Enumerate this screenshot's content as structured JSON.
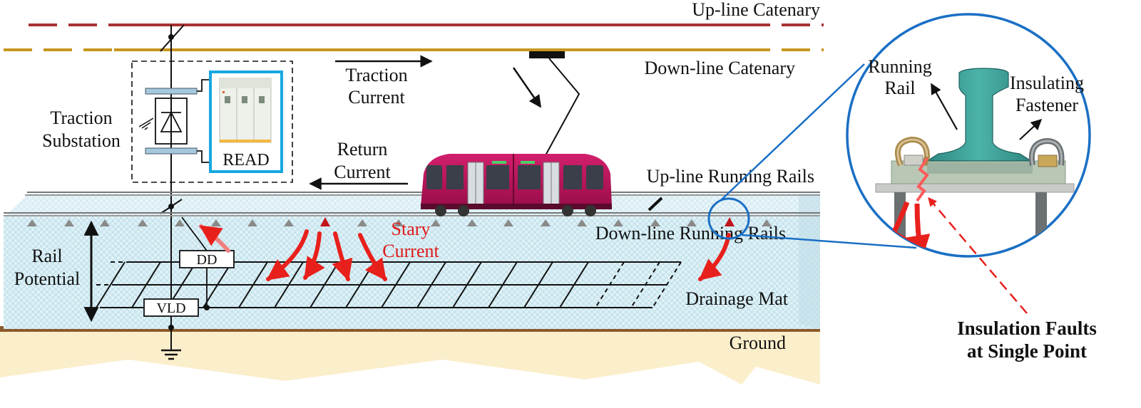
{
  "labels": {
    "upline_catenary": "Up-line Catenary",
    "downline_catenary": "Down-line Catenary",
    "traction_current_1": "Traction",
    "traction_current_2": "Current",
    "traction_substation_1": "Traction",
    "traction_substation_2": "Substation",
    "read_box": "READ",
    "return_current_1": "Return",
    "return_current_2": "Current",
    "upline_running_rails": "Up-line Running Rails",
    "downline_running_rails": "Down-line Running Rails",
    "stray_current_1": "Stary",
    "stray_current_2": "Current",
    "rail_potential_1": "Rail",
    "rail_potential_2": "Potential",
    "dd_box": "DD",
    "vld_box": "VLD",
    "drainage_mat": "Drainage Mat",
    "ground": "Ground",
    "running_rail_1": "Running",
    "running_rail_2": "Rail",
    "insulating_fastener_1": "Insulating",
    "insulating_fastener_2": "Fastener",
    "insulation_faults_1": "Insulation Faults",
    "insulation_faults_2": "at  Single Point"
  },
  "colors": {
    "upline_catenary": "#a83232",
    "downline_catenary": "#c8961e",
    "stray_current": "#e01919",
    "zoom_circle": "#1a6fc4",
    "read_box_border": "#17a8e0",
    "train_body": "#b8135a",
    "ground_line": "#8b5a2b",
    "ground_fill": "#fbeecb",
    "trackbed": "#d8eef4",
    "rail_green": "#3c9c94"
  },
  "icons": [
    "ground-symbol-icon",
    "rectifier-diode-icon",
    "train-icon",
    "rail-fastener-icon",
    "read-cabinet-icon"
  ]
}
